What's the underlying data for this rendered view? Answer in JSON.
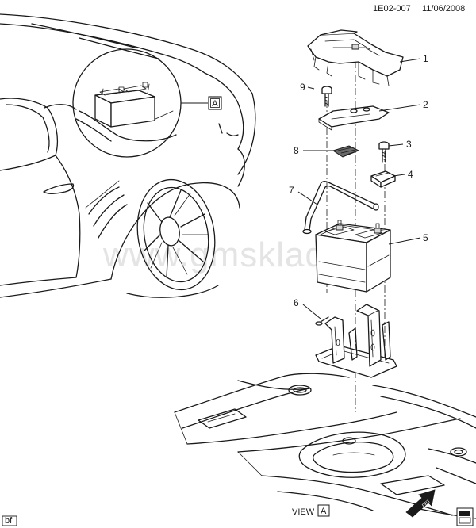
{
  "header": {
    "diagram_id": "1E02-007",
    "date": "11/06/2008"
  },
  "watermark": "www.gmsklad.ru",
  "view_label": {
    "prefix": "VIEW",
    "letter": "A"
  },
  "detail_box": {
    "letter": "A"
  },
  "corner_tag": "bf",
  "front_arrow": "FRT",
  "callouts": [
    "1",
    "2",
    "3",
    "4",
    "5",
    "6",
    "7",
    "8",
    "9"
  ],
  "colors": {
    "line": "#1a1a1a",
    "watermark": "#e4e4e4",
    "background": "#ffffff"
  }
}
